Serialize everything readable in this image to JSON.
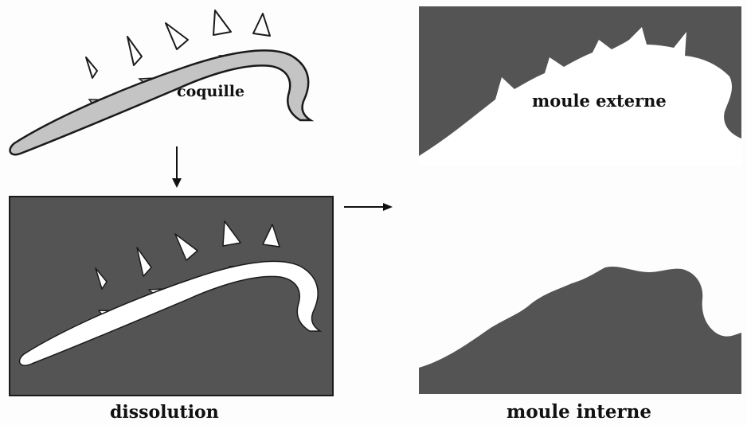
{
  "diagram": {
    "labels": {
      "shell": "coquille",
      "dissolution": "dissolution",
      "external_mold": "moule externe",
      "internal_mold": "moule interne"
    },
    "colors": {
      "rock": "#545454",
      "shell_fill": "#c4c4c4",
      "cavity": "#ffffff",
      "outline": "#1a1a1a"
    }
  }
}
